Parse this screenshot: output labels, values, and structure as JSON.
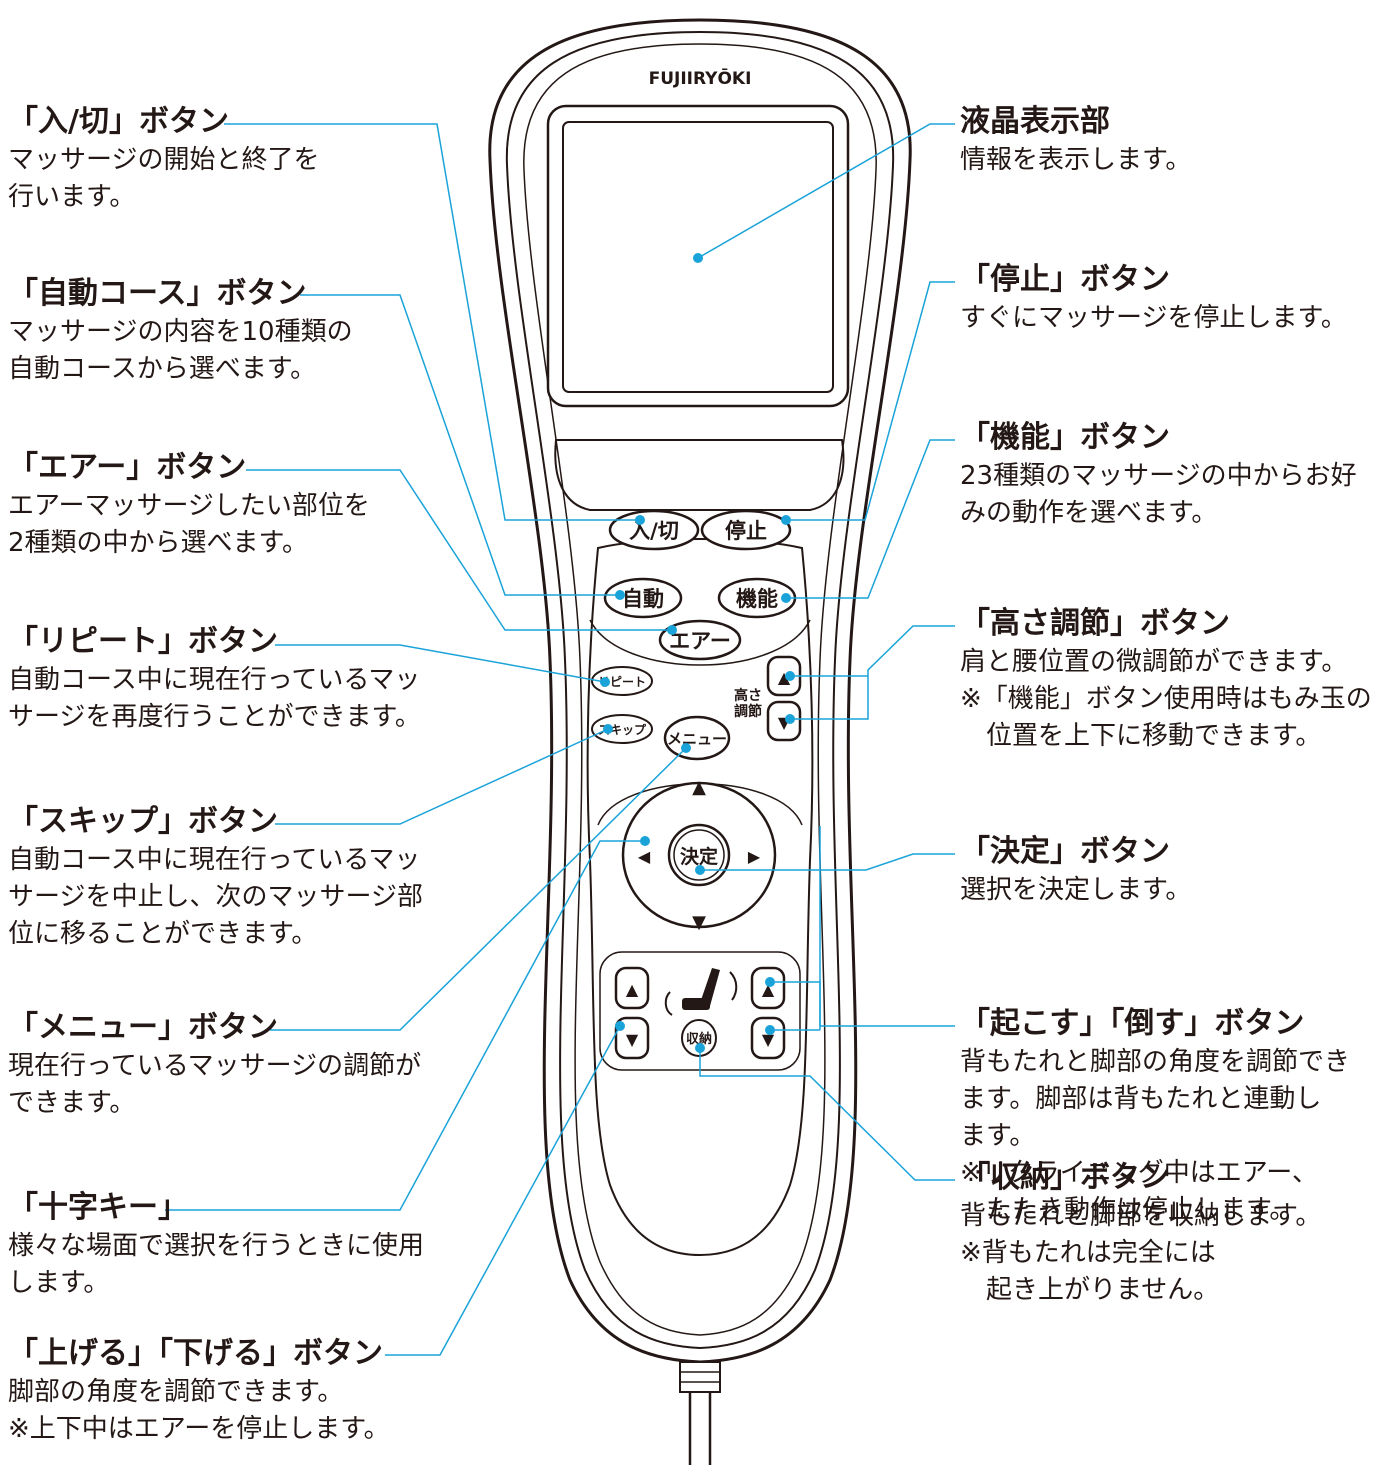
{
  "brand": "FUJIIRYŌKI",
  "device_buttons": {
    "power": "入/切",
    "stop": "停止",
    "auto": "自動",
    "function": "機能",
    "air": "エアー",
    "repeat": "リピート",
    "skip": "スキップ",
    "menu": "メニュー",
    "height_label_1": "高さ",
    "height_label_2": "調節",
    "enter": "決定",
    "store": "収納",
    "up_arrow": "▲",
    "down_arrow": "▼",
    "left_arrow": "◀",
    "right_arrow": "▶"
  },
  "callouts_left": [
    {
      "title": "「入/切」ボタン",
      "lines": [
        "マッサージの開始と終了を",
        "行います。"
      ]
    },
    {
      "title": "「自動コース」ボタン",
      "lines": [
        "マッサージの内容を10種類の",
        "自動コースから選べます。"
      ]
    },
    {
      "title": "「エアー」ボタン",
      "lines": [
        "エアーマッサージしたい部位を",
        "2種類の中から選べます。"
      ]
    },
    {
      "title": "「リピート」ボタン",
      "lines": [
        "自動コース中に現在行っているマッ",
        "サージを再度行うことができます。"
      ]
    },
    {
      "title": "「スキップ」ボタン",
      "lines": [
        "自動コース中に現在行っているマッ",
        "サージを中止し、次のマッサージ部",
        "位に移ることができます。"
      ]
    },
    {
      "title": "「メニュー」ボタン",
      "lines": [
        "現在行っているマッサージの調節が",
        "できます。"
      ]
    },
    {
      "title": "「十字キー」",
      "lines": [
        "様々な場面で選択を行うときに使用",
        "します。"
      ]
    },
    {
      "title": "「上げる」「下げる」ボタン",
      "lines": [
        "脚部の角度を調節できます。",
        "※上下中はエアーを停止します。"
      ]
    }
  ],
  "callouts_right": [
    {
      "title": "液晶表示部",
      "lines": [
        "情報を表示します。"
      ]
    },
    {
      "title": "「停止」ボタン",
      "lines": [
        "すぐにマッサージを停止します。"
      ]
    },
    {
      "title": "「機能」ボタン",
      "lines": [
        "23種類のマッサージの中からお好",
        "みの動作を選べます。"
      ]
    },
    {
      "title": "「高さ調節」ボタン",
      "lines": [
        "肩と腰位置の微調節ができます。",
        "※「機能」ボタン使用時はもみ玉の",
        "　位置を上下に移動できます。"
      ]
    },
    {
      "title": "「決定」ボタン",
      "lines": [
        "選択を決定します。"
      ]
    },
    {
      "title": "「起こす」「倒す」ボタン",
      "lines": [
        "背もたれと脚部の角度を調節でき",
        "ます。脚部は背もたれと連動し",
        "ます。",
        "※リクライニング中はエアー、",
        "　たたき動作は停止します。"
      ]
    },
    {
      "title": "「収納」ボタン",
      "lines": [
        "背もたれと脚部を収納します。",
        "※背もたれは完全には",
        "　起き上がりません。"
      ]
    }
  ],
  "colors": {
    "leader_line": "#1aa3d9",
    "ink": "#231815",
    "outline": "#231815"
  }
}
